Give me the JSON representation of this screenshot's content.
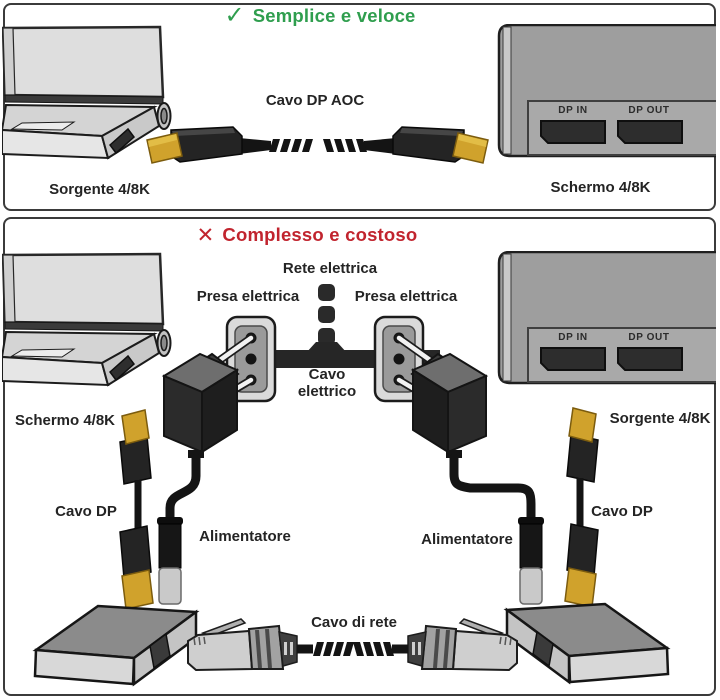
{
  "colors": {
    "accent_green": "#2f9e4e",
    "accent_red": "#c1242e",
    "connector_gold": "#d0a22c",
    "panel_border": "#3b3b3b"
  },
  "simple": {
    "icon": "✓",
    "title": "Semplice e veloce",
    "cable_label": "Cavo DP AOC",
    "source_label": "Sorgente 4/8K",
    "screen_label": "Schermo 4/8K",
    "dp_in": "DP IN",
    "dp_out": "DP OUT"
  },
  "complex": {
    "icon": "✕",
    "title": "Complesso e costoso",
    "power_grid_label": "Rete elettrica",
    "outlet_left_label": "Presa elettrica",
    "outlet_right_label": "Presa elettrica",
    "power_cable_word1": "Cavo",
    "power_cable_word2": "elettrico",
    "screen_label": "Schermo 4/8K",
    "source_label": "Sorgente 4/8K",
    "dp_cable_left_label": "Cavo DP",
    "dp_cable_right_label": "Cavo DP",
    "psu_left_label": "Alimentatore",
    "psu_right_label": "Alimentatore",
    "network_cable_label": "Cavo di rete",
    "dp_in": "DP IN",
    "dp_out": "DP OUT"
  }
}
